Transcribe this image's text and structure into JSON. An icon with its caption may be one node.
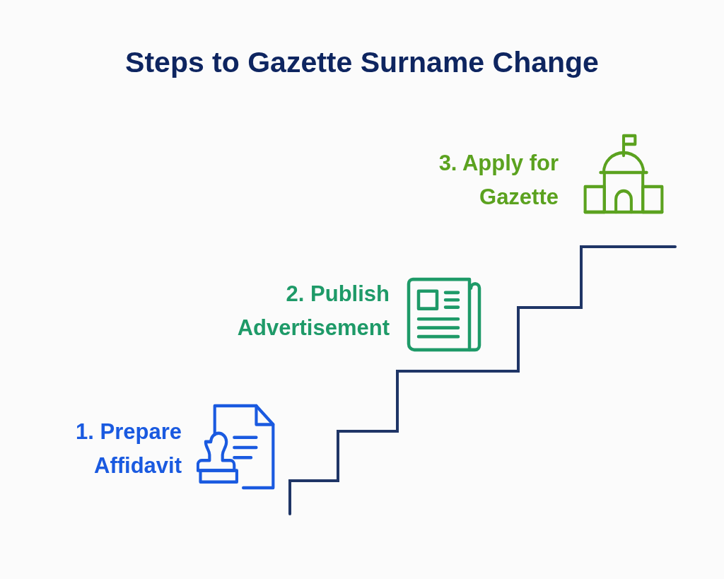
{
  "diagram": {
    "title": "Steps to Gazette Surname Change",
    "labels": [
      "3. Apply for Gazette",
      "2. Publish Advertisement",
      "1. Prepare Affidavit"
    ]
  }
}
